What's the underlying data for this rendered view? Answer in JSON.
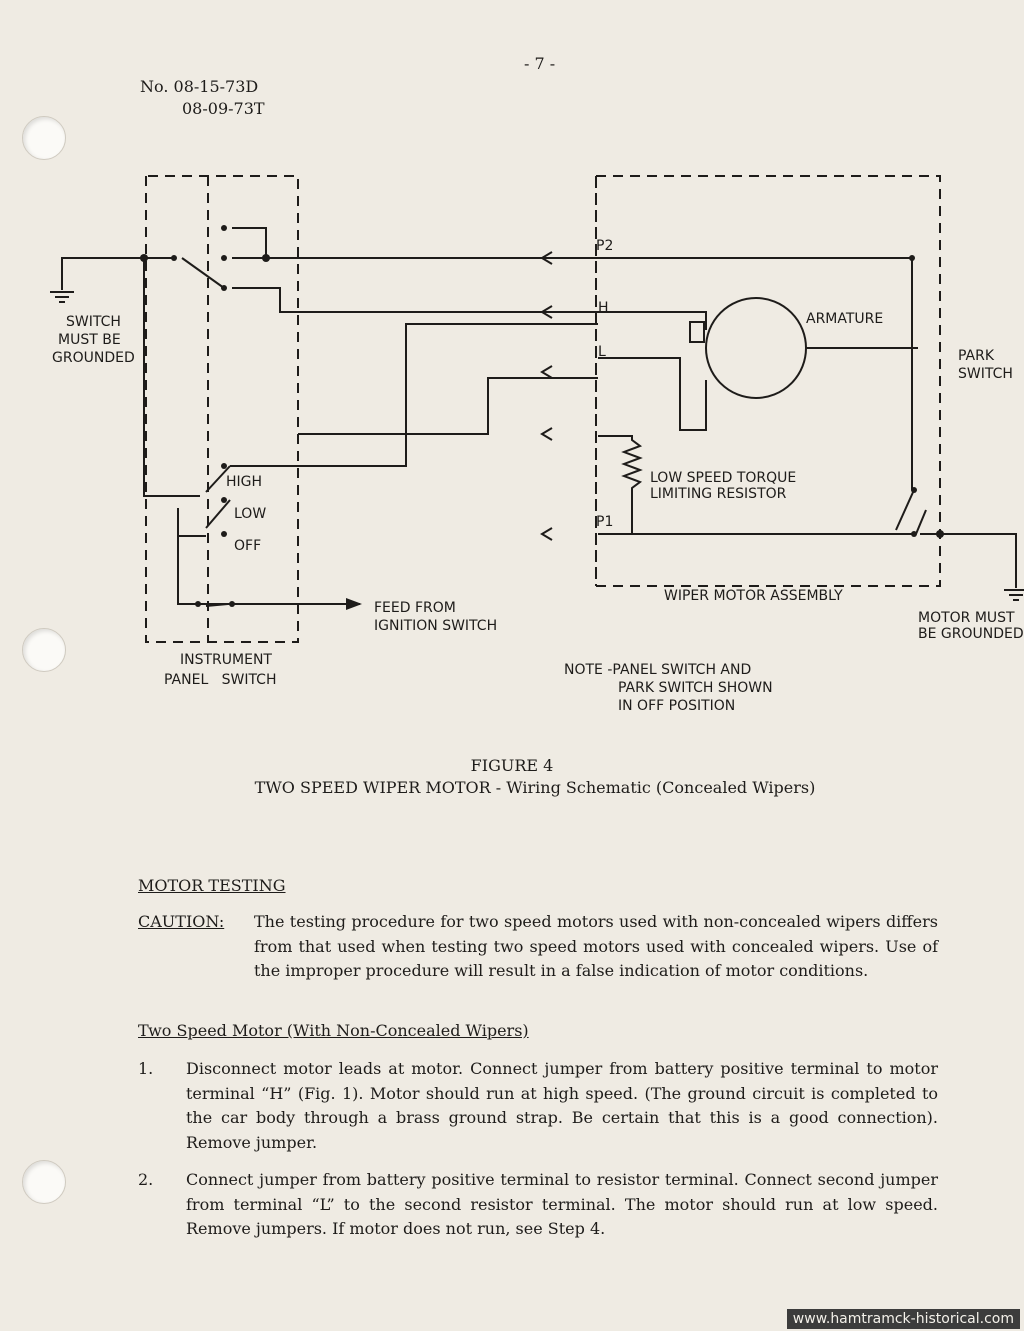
{
  "header": {
    "doc_numbers": [
      "No. 08-15-73D",
      "08-09-73T"
    ],
    "page_number": "- 7 -"
  },
  "schematic": {
    "labels": {
      "switch_grounded": [
        "SWITCH",
        "MUST  BE",
        "GROUNDED"
      ],
      "p2": "P2",
      "h": "H",
      "l": "L",
      "p1": "P1",
      "armature": "ARMATURE",
      "park_switch": [
        "PARK",
        "SWITCH"
      ],
      "low_speed_resistor": [
        "LOW SPEED TORQUE",
        "LIMITING RESISTOR"
      ],
      "wiper_motor_assembly": "WIPER MOTOR ASSEMBLY",
      "motor_grounded": [
        "MOTOR MUST",
        "BE GROUNDED"
      ],
      "high": "HIGH",
      "low": "LOW",
      "off": "OFF",
      "feed": [
        "FEED FROM",
        "IGNITION SWITCH"
      ],
      "instrument_panel_switch": [
        "INSTRUMENT",
        "PANEL   SWITCH"
      ],
      "note": [
        "NOTE -PANEL SWITCH AND",
        "PARK SWITCH SHOWN",
        "IN OFF POSITION"
      ]
    }
  },
  "figure": {
    "title": "FIGURE 4",
    "caption": "TWO SPEED WIPER MOTOR - Wiring Schematic (Concealed Wipers)"
  },
  "motor_testing": {
    "heading": "MOTOR TESTING",
    "caution_label": "CAUTION:",
    "caution_text": "The testing procedure for two speed motors used with non-concealed wipers differs from that used when testing two speed motors used with concealed wipers.  Use of the improper procedure will result in a false indication of motor conditions."
  },
  "two_speed": {
    "heading": "Two Speed Motor (With Non-Concealed Wipers)",
    "steps": [
      {
        "num": "1.",
        "text": "Disconnect motor leads at motor.  Connect jumper from battery positive terminal to motor terminal “H” (Fig. 1).  Motor should run at high speed.  (The ground circuit is completed to the car body through a brass ground strap.  Be certain that this is a good connection).  Remove jumper."
      },
      {
        "num": "2.",
        "text": "Connect jumper from battery positive terminal to resistor terminal.  Connect second jumper from terminal “L” to the second resistor terminal.  The motor should run at low speed.  Remove jumpers.  If motor does not run, see Step 4."
      }
    ]
  },
  "watermark": "www.hamtramck-historical.com"
}
